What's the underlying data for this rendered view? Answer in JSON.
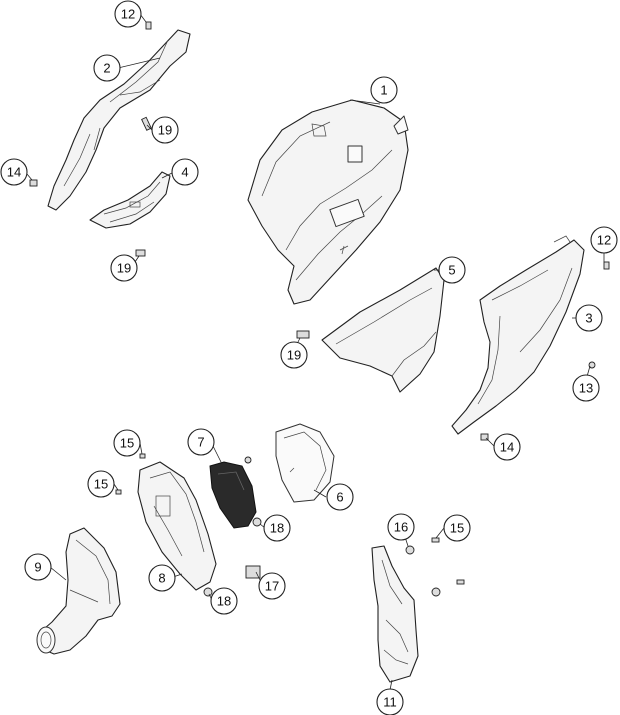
{
  "callouts": {
    "c1": "1",
    "c2": "2",
    "c3": "3",
    "c4": "4",
    "c5": "5",
    "c6": "6",
    "c7": "7",
    "c8": "8",
    "c9": "9",
    "c11": "11",
    "c12a": "12",
    "c12b": "12",
    "c13": "13",
    "c14a": "14",
    "c14b": "14",
    "c15a": "15",
    "c15b": "15",
    "c15c": "15",
    "c16": "16",
    "c17": "17",
    "c18a": "18",
    "c18b": "18",
    "c19a": "19",
    "c19b": "19",
    "c19c": "19"
  }
}
